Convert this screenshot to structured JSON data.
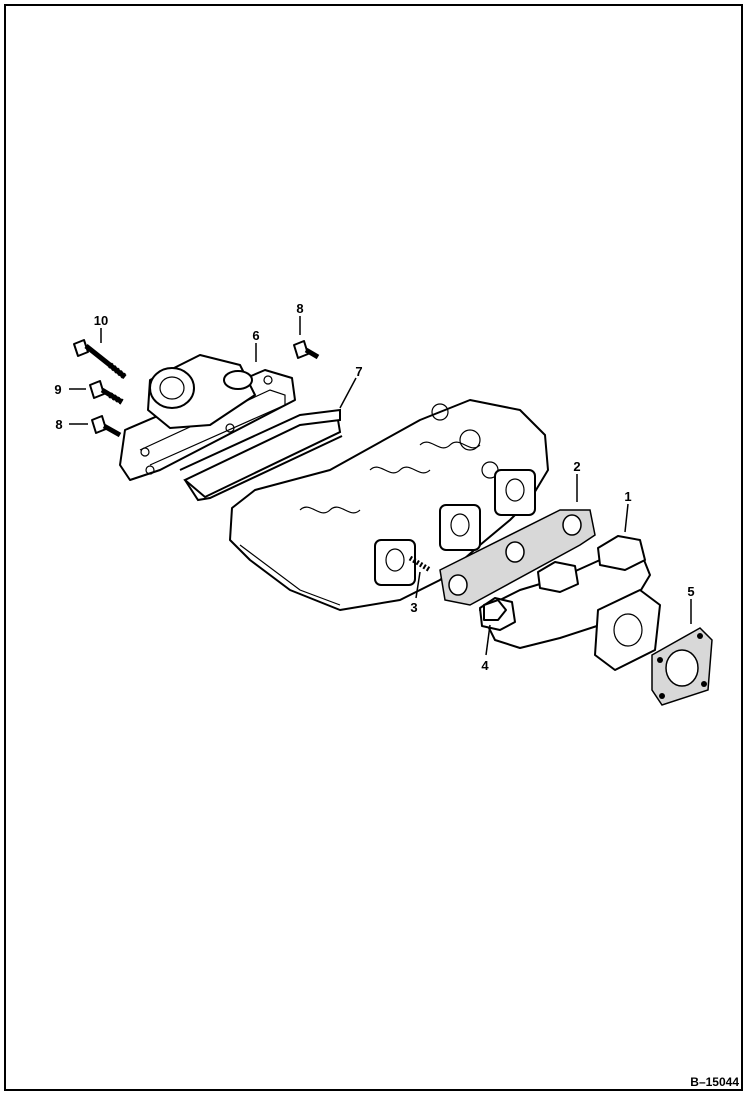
{
  "figure": {
    "id_label": "B–15044"
  },
  "callouts": {
    "c1": "1",
    "c2": "2",
    "c3": "3",
    "c4": "4",
    "c5": "5",
    "c6": "6",
    "c7": "7",
    "c8a": "8",
    "c8b": "8",
    "c9": "9",
    "c10": "10"
  }
}
